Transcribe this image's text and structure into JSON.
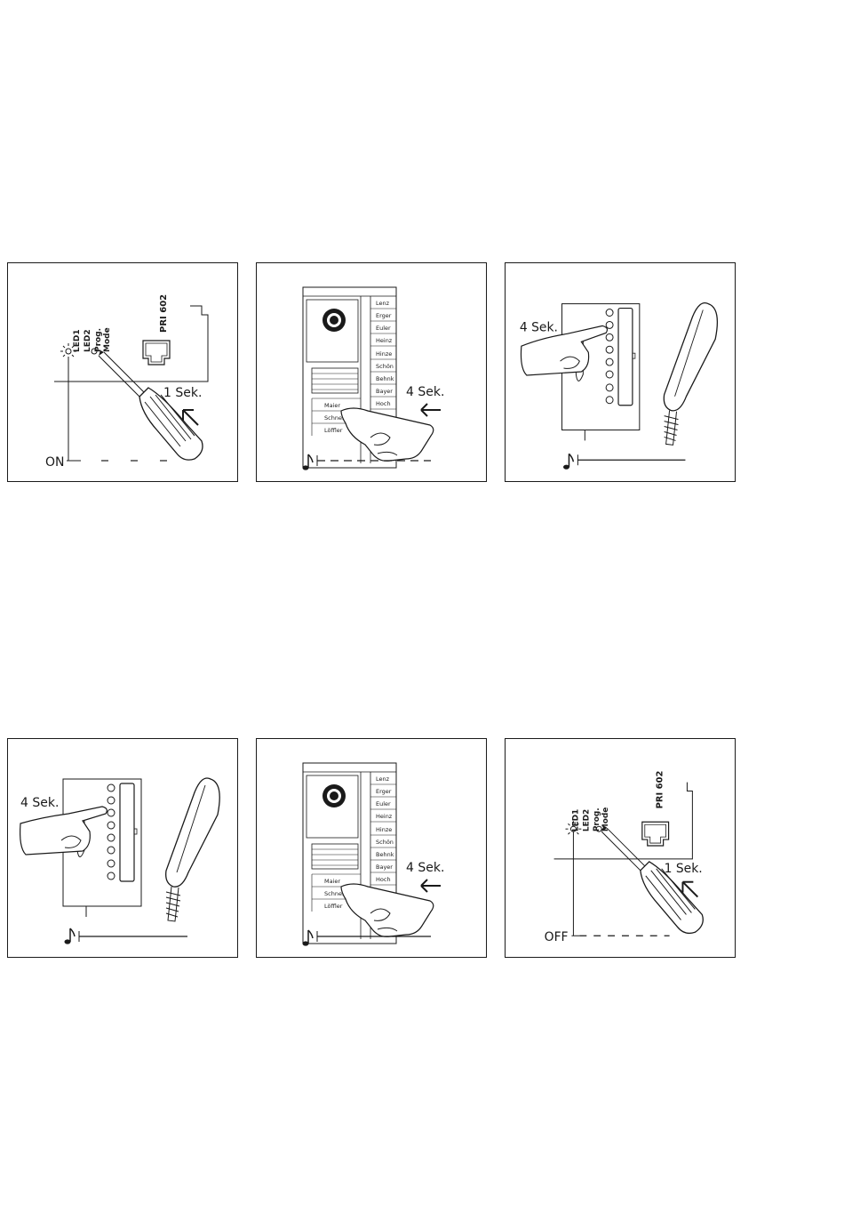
{
  "panels": [
    {
      "id": "step-1",
      "led1": "LED1",
      "led2": "LED2",
      "prog_mode": "Prog.\nMode",
      "device_label": "PRI 602",
      "duration": "1 Sek.",
      "status": "ON",
      "led_state": "on"
    },
    {
      "id": "step-2",
      "duration": "4 Sek.",
      "tone": "music-note-icon",
      "name_tags": [
        "Lenz",
        "Erger",
        "Euler",
        "Heinz",
        "Hinze",
        "Schön",
        "Behnk",
        "Bayer",
        "Hoch"
      ],
      "lower_tags": [
        "Maier",
        "Schneider",
        "Löffler"
      ],
      "line_style": "dashed"
    },
    {
      "id": "step-3",
      "duration": "4 Sek.",
      "tone": "music-note-icon",
      "line_style": "solid"
    },
    {
      "id": "step-4",
      "duration": "4 Sek.",
      "tone": "music-note-icon",
      "line_style": "solid"
    },
    {
      "id": "step-5",
      "duration": "4 Sek.",
      "tone": "music-note-icon",
      "name_tags": [
        "Lenz",
        "Erger",
        "Euler",
        "Heinz",
        "Hinze",
        "Schön",
        "Behnk",
        "Bayer",
        "Hoch"
      ],
      "lower_tags": [
        "Maier",
        "Schneider",
        "Löffler"
      ],
      "line_style": "solid"
    },
    {
      "id": "step-6",
      "led1": "LED1",
      "led2": "LED2",
      "prog_mode": "Prog.\nMode",
      "device_label": "PRI 602",
      "duration": "1 Sek.",
      "status": "OFF",
      "led_state": "on"
    }
  ]
}
